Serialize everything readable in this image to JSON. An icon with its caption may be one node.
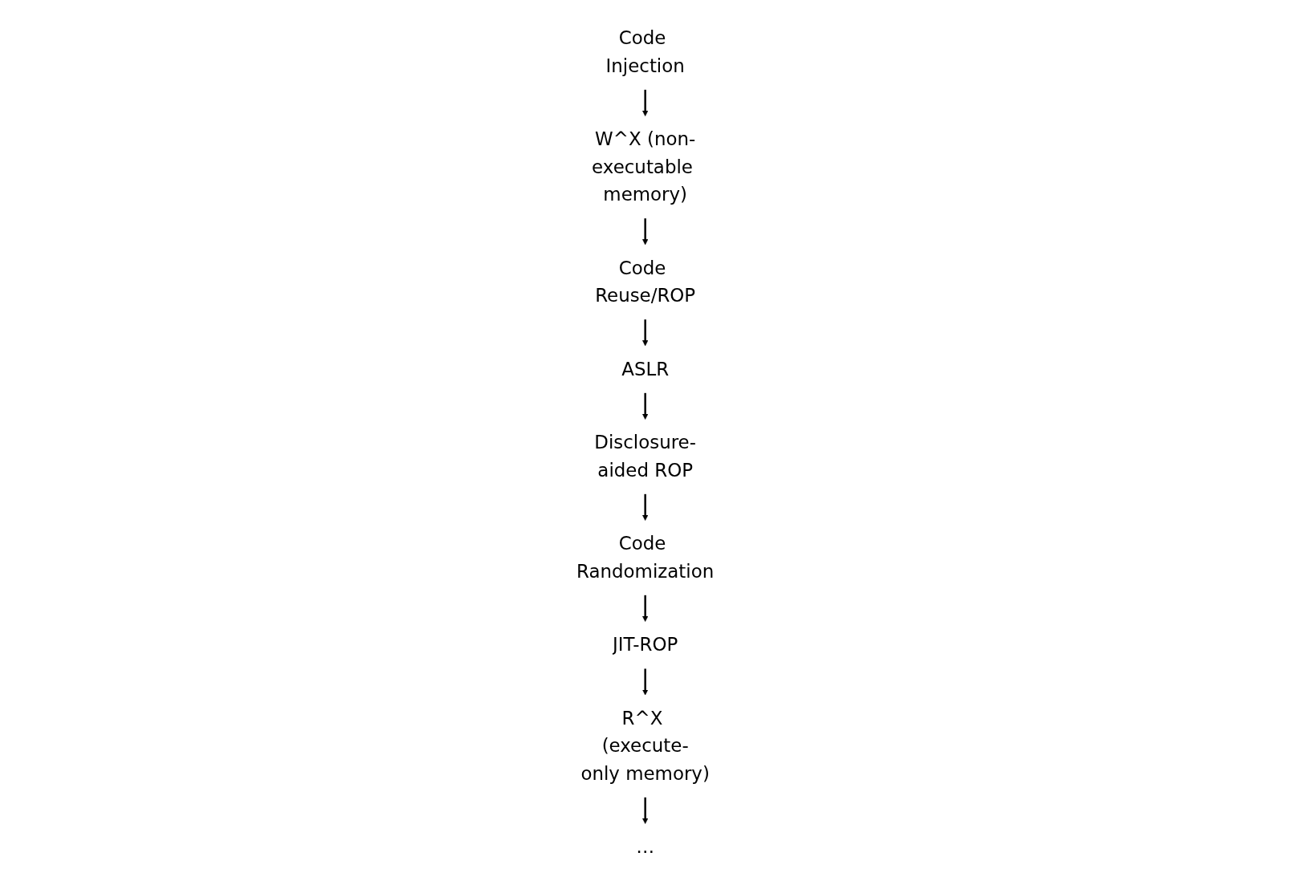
{
  "diagram": {
    "nodes": [
      {
        "text": [
          "Code Injection"
        ]
      },
      {
        "text": [
          "W^X"
        ],
        "beside": [
          "(non-executable memory)"
        ]
      },
      {
        "text": [
          "Code Reuse/ROP"
        ]
      },
      {
        "text": [
          "ASLR"
        ]
      },
      {
        "text": [
          "Disclosure-aided ROP"
        ]
      },
      {
        "text": [
          "Code Randomization"
        ]
      },
      {
        "text": [
          "JIT-ROP"
        ]
      },
      {
        "text": [
          "R^X"
        ],
        "beside": [
          "(execute-only memory)"
        ]
      },
      {
        "text": [
          "…"
        ]
      }
    ],
    "edges": [
      {
        "from": 0,
        "to": 1,
        "arrow": "to"
      },
      {
        "from": 1,
        "to": 2,
        "arrow": "to"
      },
      {
        "from": 2,
        "to": 3,
        "arrow": "to"
      },
      {
        "from": 3,
        "to": 4,
        "arrow": "to"
      },
      {
        "from": 4,
        "to": 5,
        "arrow": "to"
      },
      {
        "from": 5,
        "to": 6,
        "arrow": "to"
      },
      {
        "from": 6,
        "to": 7,
        "arrow": "to"
      },
      {
        "from": 7,
        "to": 8,
        "arrow": "to"
      }
    ]
  }
}
